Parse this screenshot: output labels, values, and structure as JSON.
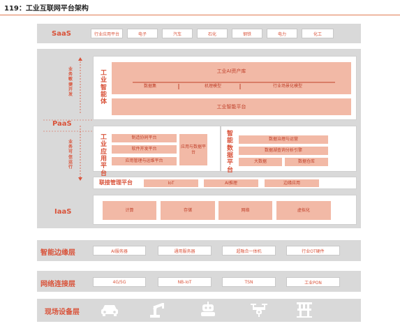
{
  "title": "119：工业互联网平台架构",
  "saas": {
    "label": "SaaS",
    "items": [
      "行业应用平台",
      "电子",
      "汽车",
      "石化",
      "钢铁",
      "电力",
      "化工"
    ]
  },
  "paas": {
    "label": "PaaS",
    "side_top": "业务敏捷开发",
    "side_bottom": "业务可信运行",
    "ai_group": {
      "label": "工业智能体",
      "asset_lib": "工业AI资产库",
      "asset_items": [
        "数据集",
        "机理模型",
        "行业场景化模型"
      ],
      "platform": "工业智能平台"
    },
    "app_group": {
      "label": "工业应用平台",
      "items": [
        "制造协同平台",
        "软件开发平台",
        "应用管理与运维平台"
      ],
      "side_item": "应用与数据平台"
    },
    "data_group": {
      "label": "智能数据平台",
      "items": [
        "数据治理与运营",
        "数据湖查询分析引擎"
      ],
      "bottom_items": [
        "大数据",
        "数据仓库"
      ]
    },
    "connect": {
      "label": "联接管理平台",
      "items": [
        "IoT",
        "AI推理",
        "边缘应用"
      ]
    }
  },
  "iaas": {
    "label": "IaaS",
    "items": [
      "计算",
      "存储",
      "网络",
      "虚拟化"
    ]
  },
  "edge": {
    "label": "智能边缘层",
    "items": [
      "AI服务器",
      "通用服务器",
      "超融合一体机",
      "行业OT硬件"
    ]
  },
  "network": {
    "label": "网络连接层",
    "items": [
      "4G/5G",
      "NB-IoT",
      "TSN",
      "工业PON"
    ]
  },
  "device": {
    "label": "现场设备层",
    "icons": [
      "car-icon",
      "robot-arm-icon",
      "robot-icon",
      "drone-icon",
      "factory-icon"
    ]
  },
  "colors": {
    "accent": "#d9533a",
    "pink": "#f2b9a6",
    "band": "#d9d9d9"
  }
}
